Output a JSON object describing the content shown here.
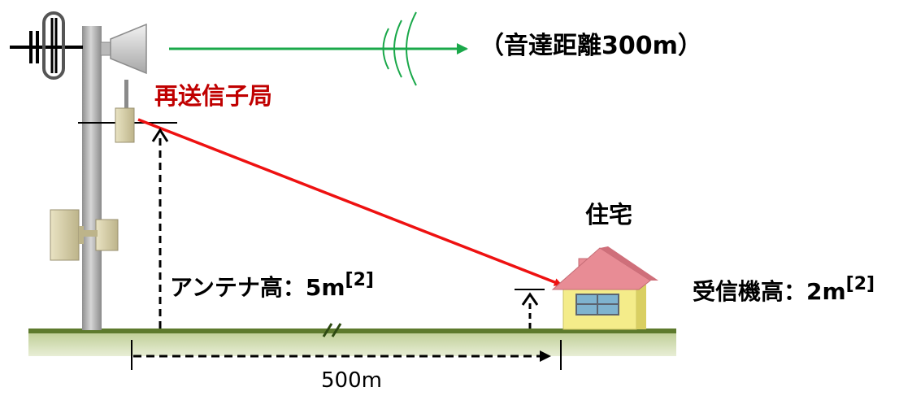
{
  "labels": {
    "sound_distance": "（音達距離300m）",
    "repeater": "再送信子局",
    "house": "住宅",
    "antenna_height_text": "アンテナ高：5m",
    "antenna_height_ref": "[2]",
    "receiver_height_text": "受信機高：2m",
    "receiver_height_ref": "[2]",
    "distance": "500m"
  },
  "colors": {
    "repeater_label": "#c00000",
    "signal_line": "#ee1111",
    "sound_line": "#1aa84a",
    "ground_top": "#5d7a2d",
    "ground_fill": "#c9d7a6",
    "pole": "#a9a9a9",
    "house_roof": "#e88c95",
    "house_wall": "#f4ec8a",
    "window": "#7fb3cf"
  }
}
